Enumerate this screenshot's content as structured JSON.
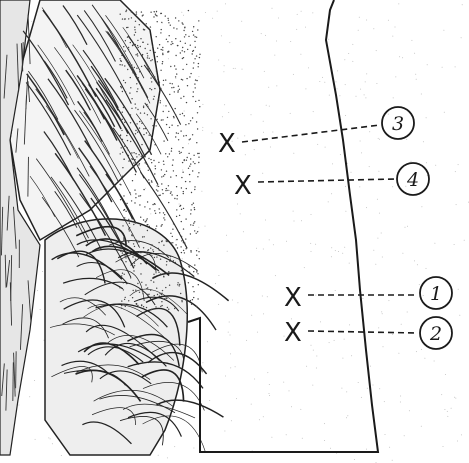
{
  "markers": [
    {
      "cross": "X",
      "number": "3"
    },
    {
      "cross": "X",
      "number": "4"
    },
    {
      "cross": "X",
      "number": "1"
    },
    {
      "cross": "X",
      "number": "2"
    }
  ]
}
